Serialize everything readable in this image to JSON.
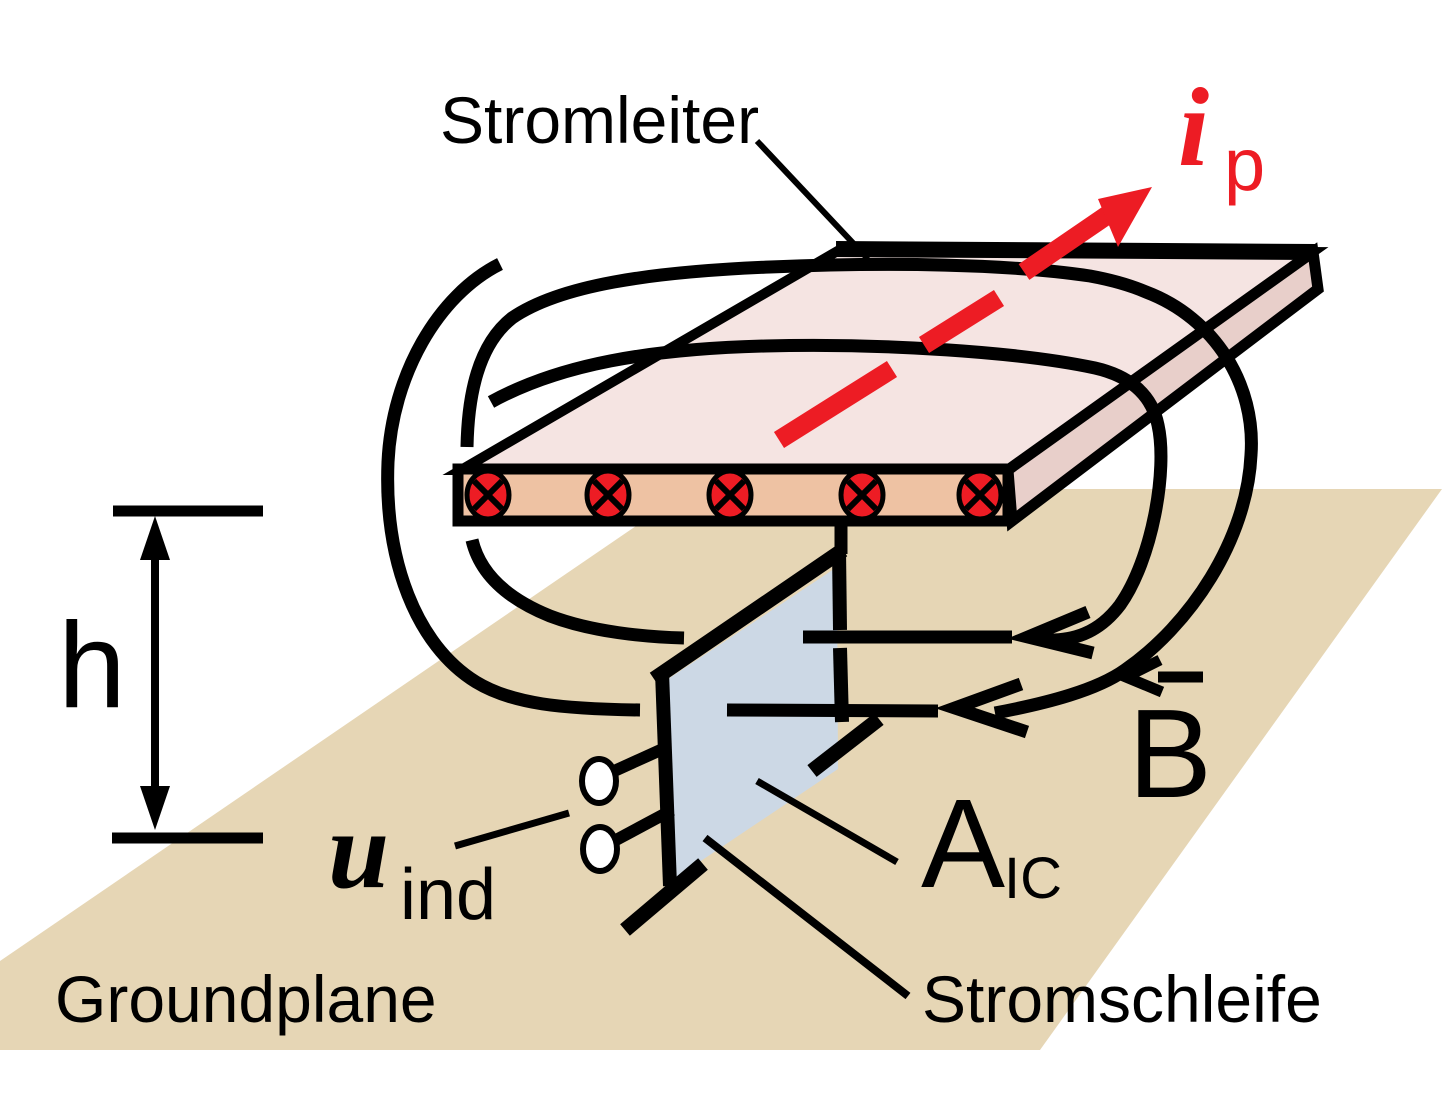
{
  "diagram": {
    "type": "physics-illustration",
    "labels": {
      "conductor": "Stromleiter",
      "groundplane": "Groundplane",
      "current_loop": "Stromschleife",
      "height": "h",
      "flux_density": "B",
      "primary_current_symbol": "i",
      "primary_current_subscript": "p",
      "induced_voltage_symbol": "u",
      "induced_voltage_subscript": "ind",
      "loop_area_symbol": "A",
      "loop_area_subscript": "IC"
    },
    "colors": {
      "red": "#ed1c24",
      "groundplane_fill": "#e6d6b5",
      "slab_top_fill": "#f5e4e2",
      "slab_front_fill": "#eec2a3",
      "slab_side_fill": "#e8cfca",
      "loop_area_fill": "#ccd8e5",
      "line_black": "#000000"
    }
  }
}
